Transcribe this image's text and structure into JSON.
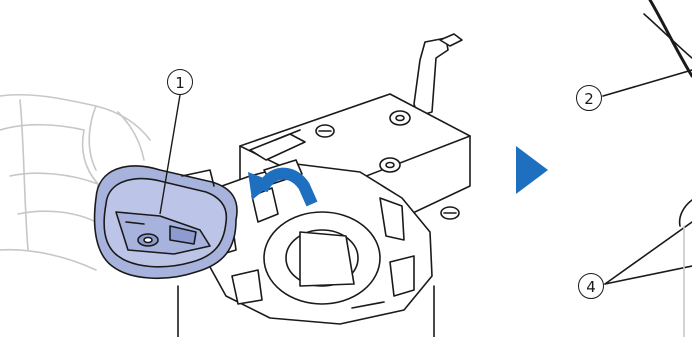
{
  "callouts": {
    "c1": "1",
    "c2": "2",
    "c4": "4"
  },
  "colors": {
    "accent_blue": "#1f6fc0",
    "bobbin_case_fill": "#a7b3dd",
    "line": "#1a1a1a"
  },
  "icons": [
    "next-step-arrow-icon",
    "rotate-arrow-icon"
  ]
}
